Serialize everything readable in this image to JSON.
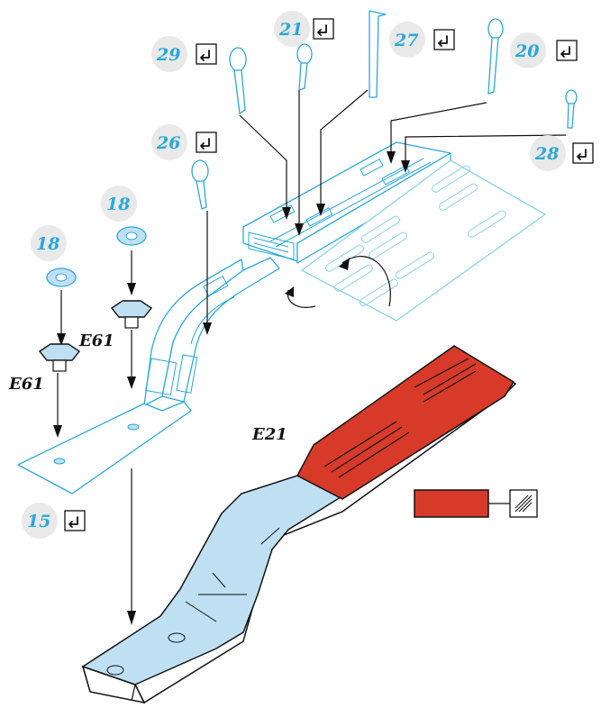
{
  "steps": [
    {
      "id": "step-29",
      "number": "29"
    },
    {
      "id": "step-21",
      "number": "21"
    },
    {
      "id": "step-27",
      "number": "27"
    },
    {
      "id": "step-20",
      "number": "20"
    },
    {
      "id": "step-28",
      "number": "28"
    },
    {
      "id": "step-26",
      "number": "26"
    },
    {
      "id": "step-18a",
      "number": "18"
    },
    {
      "id": "step-18b",
      "number": "18"
    },
    {
      "id": "step-15",
      "number": "15"
    }
  ],
  "parts": {
    "knob_upper": "E61",
    "knob_lower": "E61",
    "block": "E21"
  },
  "colors": {
    "step_number": "#2aa8d8",
    "sticker_outline": "#2aa8d8",
    "part_light_blue": "#bfe0f3",
    "part_red": "#d83a2a",
    "bubble": "#e9e9e9"
  },
  "color_legend": {
    "swatch_color": "#d83a2a",
    "icon": "hatched-brush-icon"
  }
}
